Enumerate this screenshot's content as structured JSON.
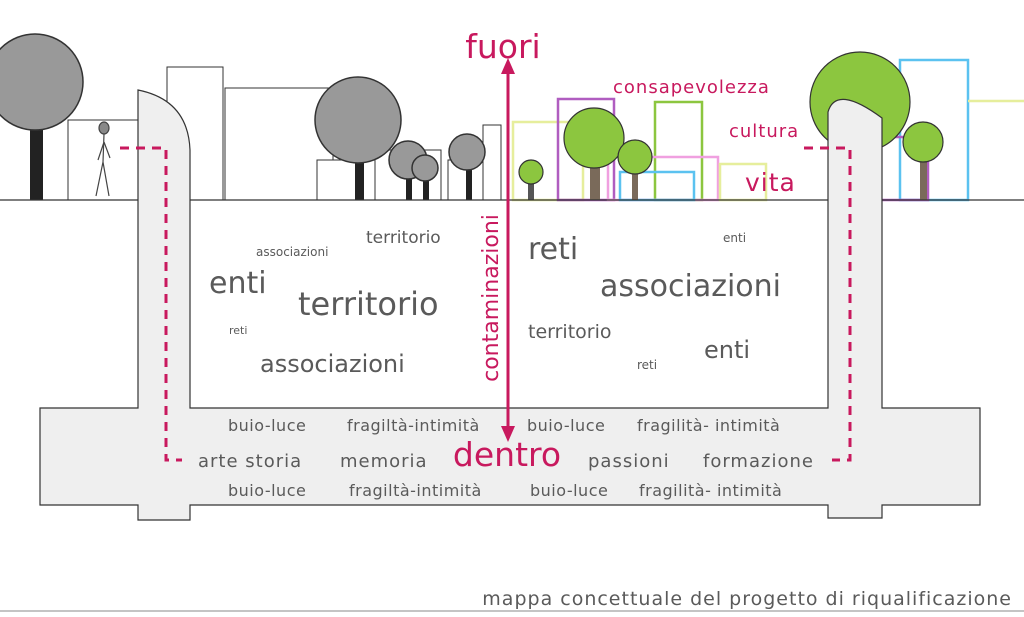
{
  "colors": {
    "magenta": "#c8195e",
    "gray_text": "#5a5a5a",
    "gray_tree": "#999999",
    "trunk": "#222222",
    "green": "#8cc63f",
    "outline_gray": "#555555"
  },
  "labels": {
    "fuori": "fuori",
    "dentro": "dentro",
    "contaminazioni": "contaminazioni",
    "consapevolezza": "consapevolezza",
    "cultura": "cultura",
    "vita": "vita"
  },
  "left_words": [
    "associazioni",
    "territorio",
    "enti",
    "territorio",
    "reti",
    "associazioni"
  ],
  "right_words": [
    "reti",
    "enti",
    "associazioni",
    "territorio",
    "reti",
    "enti"
  ],
  "bottom_rows": {
    "row1_left": [
      "buio-luce",
      "fragiltà-intimità"
    ],
    "row1_right": [
      "buio-luce",
      "fragilità- intimità"
    ],
    "row2_left": [
      "arte storia",
      "memoria"
    ],
    "row2_right": [
      "passioni",
      "formazione"
    ],
    "row3_left": [
      "buio-luce",
      "fragiltà-intimità"
    ],
    "row3_right": [
      "buio-luce",
      "fragilità- intimità"
    ]
  },
  "caption": "mappa concettuale del progetto di riqualificazione"
}
